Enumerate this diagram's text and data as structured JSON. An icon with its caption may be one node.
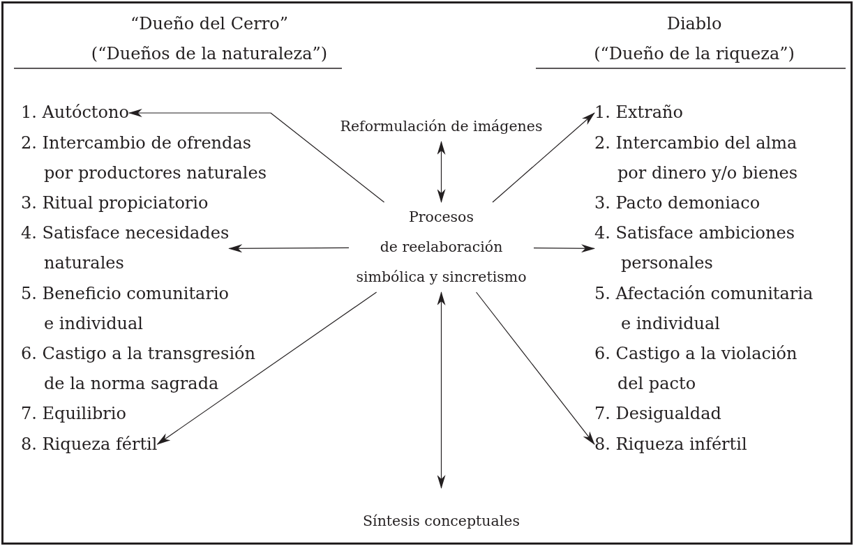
{
  "diagram": {
    "nodes": [
      {
        "text": [
          "1. Autóctono"
        ]
      },
      {
        "text": [
          "2. Intercambio de ofrendas por productores naturales"
        ]
      },
      {
        "text": [
          "3. Ritual propiciatorio"
        ]
      },
      {
        "text": [
          "4. Satisface necesidades naturales"
        ]
      },
      {
        "text": [
          "5. Beneficio comunitario e individual"
        ]
      },
      {
        "text": [
          "6. Castigo a la transgresión de la norma sagrada"
        ]
      },
      {
        "text": [
          "7. Equilibrio"
        ]
      },
      {
        "text": [
          "8. Riqueza fértil"
        ]
      },
      {
        "text": [
          "Reformulación de imágenes"
        ]
      },
      {
        "text": [
          "Procesos de reelaboración simbólica y sincretismo"
        ]
      },
      {
        "text": [
          "Síntesis conceptuales"
        ]
      },
      {
        "text": [
          "1. Extraño"
        ]
      },
      {
        "text": [
          "2. Intercambio del alma por dinero y/o bienes"
        ]
      },
      {
        "text": [
          "3. Pacto demoniaco"
        ]
      },
      {
        "text": [
          "4. Satisface ambiciones personales"
        ]
      },
      {
        "text": [
          "5. Afectación comunitaria e individual"
        ]
      },
      {
        "text": [
          "6. Castigo a la violación del pacto"
        ]
      },
      {
        "text": [
          "7. Desigualdad"
        ]
      },
      {
        "text": [
          "8. Riqueza infértil"
        ]
      }
    ],
    "edges": [
      {
        "from": 9,
        "to": 0,
        "arrow": "to"
      },
      {
        "from": 9,
        "to": 8,
        "arrow": "both"
      },
      {
        "from": 9,
        "to": 11,
        "arrow": "to"
      },
      {
        "from": 9,
        "to": 3,
        "arrow": "to"
      },
      {
        "from": 9,
        "to": 14,
        "arrow": "to"
      },
      {
        "from": 9,
        "to": 7,
        "arrow": "to"
      },
      {
        "from": 9,
        "to": 10,
        "arrow": "both"
      },
      {
        "from": 9,
        "to": 18,
        "arrow": "to"
      }
    ],
    "labels": [
      "“Dueño del Cerro”",
      "(“Dueños de la naturaleza”)",
      "Diablo",
      "(“Dueño de la riqueza”)"
    ]
  }
}
